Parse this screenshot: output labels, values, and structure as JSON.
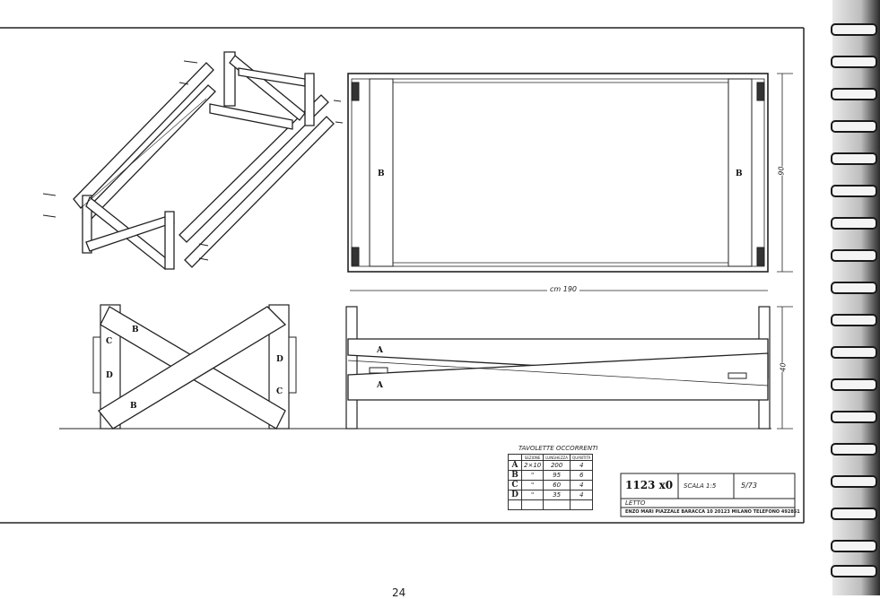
{
  "drawing": {
    "part_labels": {
      "a": "A",
      "b": "B",
      "c": "C",
      "d": "D"
    },
    "dim_length": "cm 190",
    "dim_width": "90",
    "dim_height": "40"
  },
  "parts_table": {
    "title": "TAVOLETTE OCCORRENTI",
    "headers": [
      "SEZIONE",
      "LUNGHEZZA",
      "QUANTITÀ"
    ],
    "rows": [
      {
        "code": "A",
        "section": "2×10",
        "length": "200",
        "qty": "4"
      },
      {
        "code": "B",
        "section": "\"",
        "length": "95",
        "qty": "6"
      },
      {
        "code": "C",
        "section": "\"",
        "length": "60",
        "qty": "4"
      },
      {
        "code": "D",
        "section": "\"",
        "length": "35",
        "qty": "4"
      }
    ]
  },
  "title_block": {
    "number": "1123 x0",
    "scale": "SCALA 1:5",
    "date": "5/73",
    "name": "LETTO",
    "address": "ENZO MARI PIAZZALE BARACCA 10 20123 MILANO TELEFONO 492851"
  },
  "page_number": "24"
}
